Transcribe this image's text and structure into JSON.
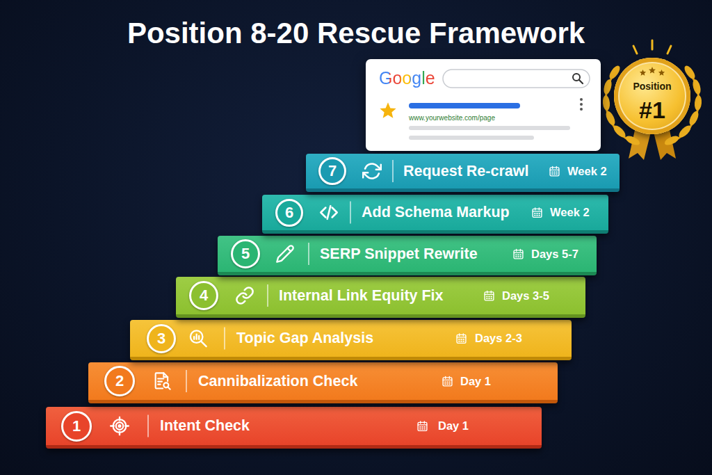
{
  "diagram": {
    "title": "Position 8-20 Rescue Framework",
    "nodes": [
      {
        "text": [
          "Google",
          "www.yourwebsite.com/page"
        ]
      },
      {
        "text": [
          "Position",
          "#1"
        ]
      },
      {
        "text": [
          "Intent Check",
          "Day 1"
        ]
      },
      {
        "text": [
          "1"
        ],
        "in": 2
      },
      {
        "text": [
          "Cannibalization Check",
          "Day 1"
        ]
      },
      {
        "text": [
          "2"
        ],
        "in": 4
      },
      {
        "text": [
          "Topic Gap Analysis",
          "Days 2-3"
        ]
      },
      {
        "text": [
          "3"
        ],
        "in": 6
      },
      {
        "text": [
          "Internal Link Equity Fix",
          "Days 3-5"
        ]
      },
      {
        "text": [
          "4"
        ],
        "in": 8
      },
      {
        "text": [
          "SERP Snippet Rewrite",
          "Days 5-7"
        ]
      },
      {
        "text": [
          "5"
        ],
        "in": 10
      },
      {
        "text": [
          "Add Schema Markup",
          "Week 2"
        ]
      },
      {
        "text": [
          "6"
        ],
        "in": 12
      },
      {
        "text": [
          "Request Re-crawl",
          "Week 2"
        ]
      },
      {
        "text": [
          "7"
        ],
        "in": 14
      }
    ]
  }
}
